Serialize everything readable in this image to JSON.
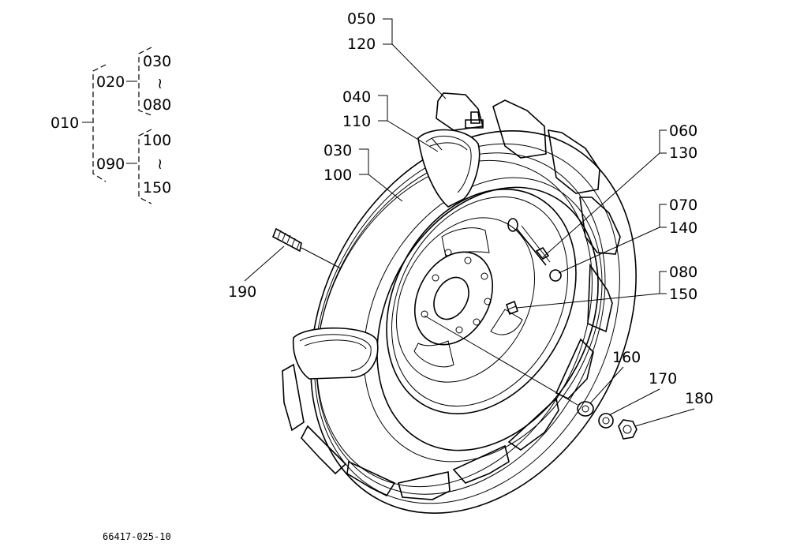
{
  "tree": {
    "root": "010",
    "branch_a": "020",
    "branch_a_top": "030",
    "branch_a_bottom": "080",
    "branch_b": "090",
    "branch_b_top": "100",
    "branch_b_bottom": "150",
    "range_symbol": "~"
  },
  "callouts": {
    "c050": "050",
    "c120": "120",
    "c040": "040",
    "c110": "110",
    "c030": "030",
    "c100": "100",
    "c060": "060",
    "c130": "130",
    "c070": "070",
    "c140": "140",
    "c080": "080",
    "c150": "150",
    "c190": "190",
    "c160": "160",
    "c170": "170",
    "c180": "180"
  },
  "drawing_number": "66417-025-10"
}
